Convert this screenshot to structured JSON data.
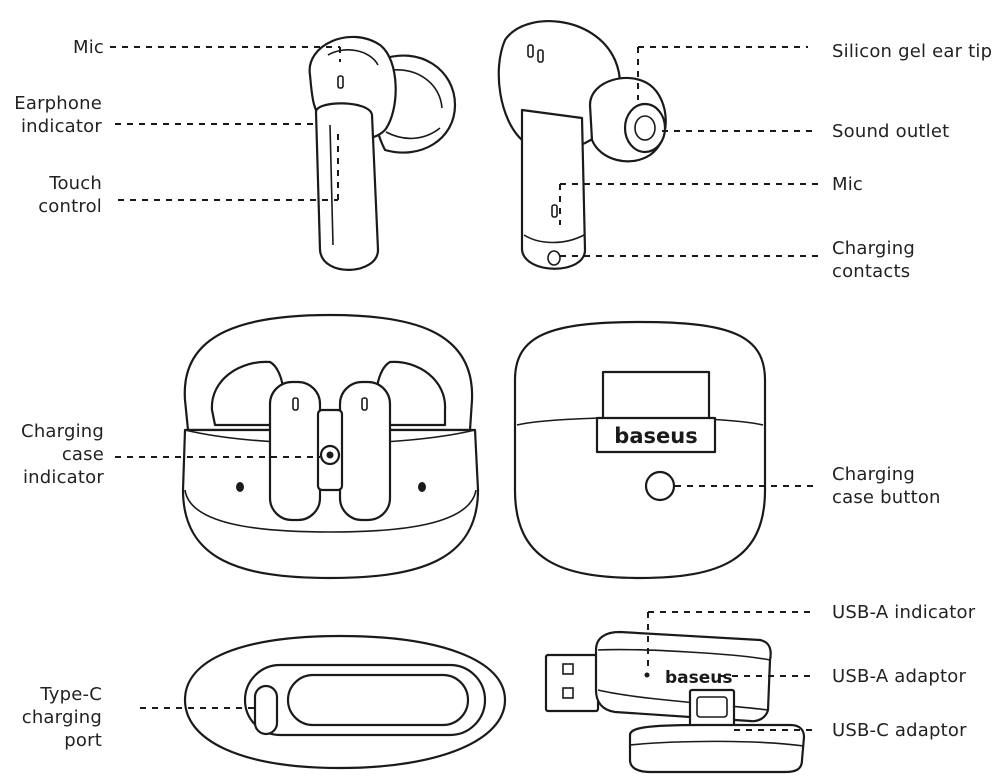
{
  "colors": {
    "ink": "#1a1a1a",
    "text": "#222222",
    "background": "#ffffff"
  },
  "brand": {
    "case_logo": "baseus",
    "adaptor_logo": "baseus"
  },
  "labels": {
    "earphone_left": {
      "mic": "Mic",
      "earphone_indicator": [
        "Earphone",
        "indicator"
      ],
      "touch_control": [
        "Touch",
        "control"
      ]
    },
    "earphone_right": {
      "silicon_tip": "Silicon gel ear tip",
      "sound_outlet": "Sound outlet",
      "mic": "Mic",
      "charging_contacts": [
        "Charging",
        "contacts"
      ]
    },
    "case": {
      "case_indicator": [
        "Charging",
        "case",
        "indicator"
      ],
      "case_button": [
        "Charging",
        "case button"
      ]
    },
    "bottom": {
      "type_c_port": [
        "Type-C",
        "charging",
        "port"
      ],
      "usb_a_indicator": "USB-A indicator",
      "usb_a_adaptor": "USB-A adaptor",
      "usb_c_adaptor": "USB-C adaptor"
    }
  }
}
